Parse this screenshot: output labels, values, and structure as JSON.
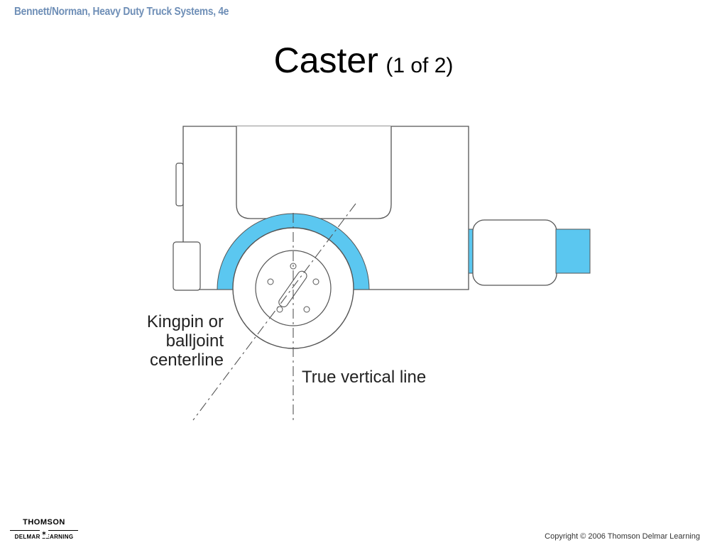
{
  "header": {
    "book_title": "Bennett/Norman, Heavy Duty Truck Systems, 4e",
    "title": "Caster",
    "subtitle": "(1 of 2)"
  },
  "diagram": {
    "labels": {
      "kingpin_line1": "Kingpin or",
      "kingpin_line2": "balljoint",
      "kingpin_line3": "centerline",
      "true_vertical": "True vertical line"
    },
    "colors": {
      "fender_blue": "#5bc7f0",
      "outline": "#555555"
    }
  },
  "footer": {
    "brand_line1": "THOMSON",
    "brand_line2": "DELMAR LEARNING",
    "copyright": "Copyright © 2006 Thomson Delmar Learning"
  }
}
